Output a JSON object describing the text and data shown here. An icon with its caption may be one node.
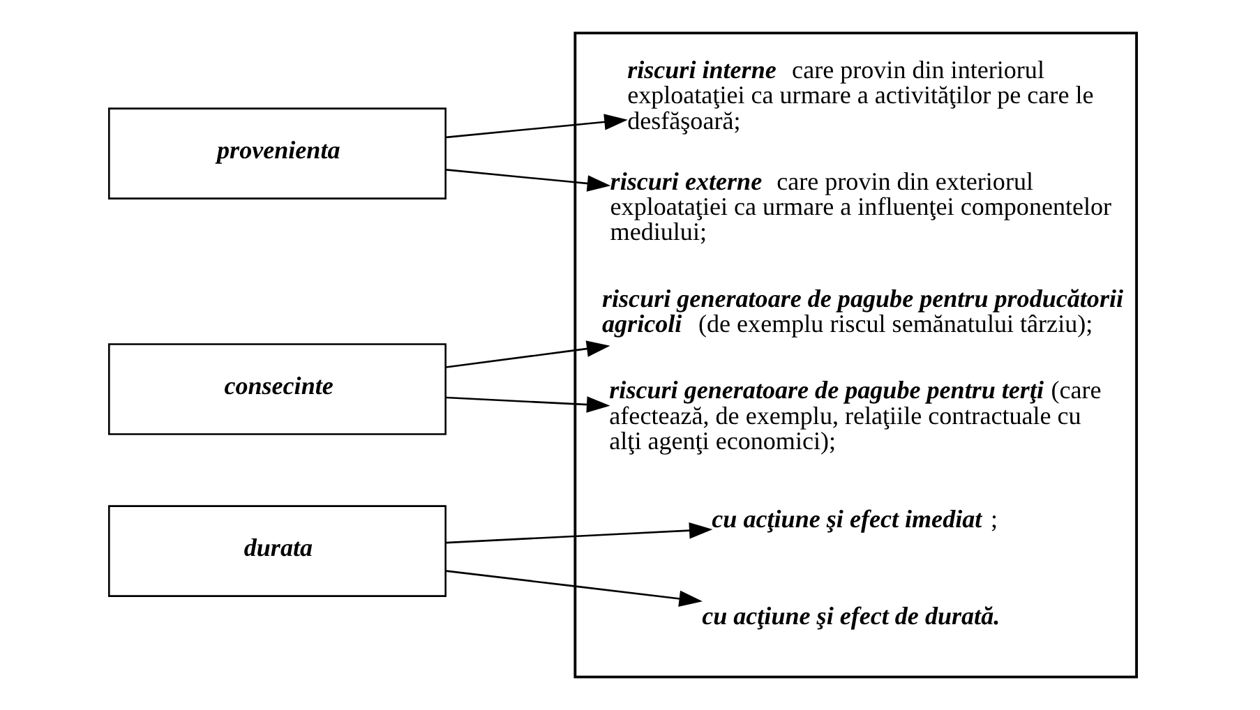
{
  "diagram": {
    "nodes": [
      {
        "text": [
          "provenienta"
        ]
      },
      {
        "text": [
          "consecinte"
        ]
      },
      {
        "text": [
          "durata"
        ]
      },
      {
        "text": [],
        "shape": "box"
      },
      {
        "text": [
          "**riscuri interne** care provin din interiorul exploataţiei ca urmare a activităţilor pe care le desfăşoară;"
        ],
        "in": 3
      },
      {
        "text": [
          "**riscuri externe** care provin din exteriorul exploataţiei ca urmare a influenţei componentelor mediului;"
        ],
        "in": 3
      },
      {
        "text": [
          "**riscuri generatoare de pagube pentru producătorii agricoli** (de exemplu riscul semănatului târziu);"
        ],
        "in": 3
      },
      {
        "text": [
          "**riscuri generatoare de pagube pentru terţi** (care afectează, de exemplu, relaţiile contractuale cu alţi agenţi economici);"
        ],
        "in": 3
      },
      {
        "text": [
          "**cu acţiune şi efect imediat**;"
        ],
        "in": 3
      },
      {
        "text": [
          "**cu acţiune şi efect de durată.**"
        ],
        "in": 3
      }
    ],
    "edges": [
      {
        "from": 0,
        "to": 4,
        "arrow": "to"
      },
      {
        "from": 0,
        "to": 5,
        "arrow": "to"
      },
      {
        "from": 1,
        "to": 6,
        "arrow": "to"
      },
      {
        "from": 1,
        "to": 7,
        "arrow": "to"
      },
      {
        "from": 2,
        "to": 8,
        "arrow": "to"
      },
      {
        "from": 2,
        "to": 9,
        "arrow": "to"
      }
    ]
  }
}
